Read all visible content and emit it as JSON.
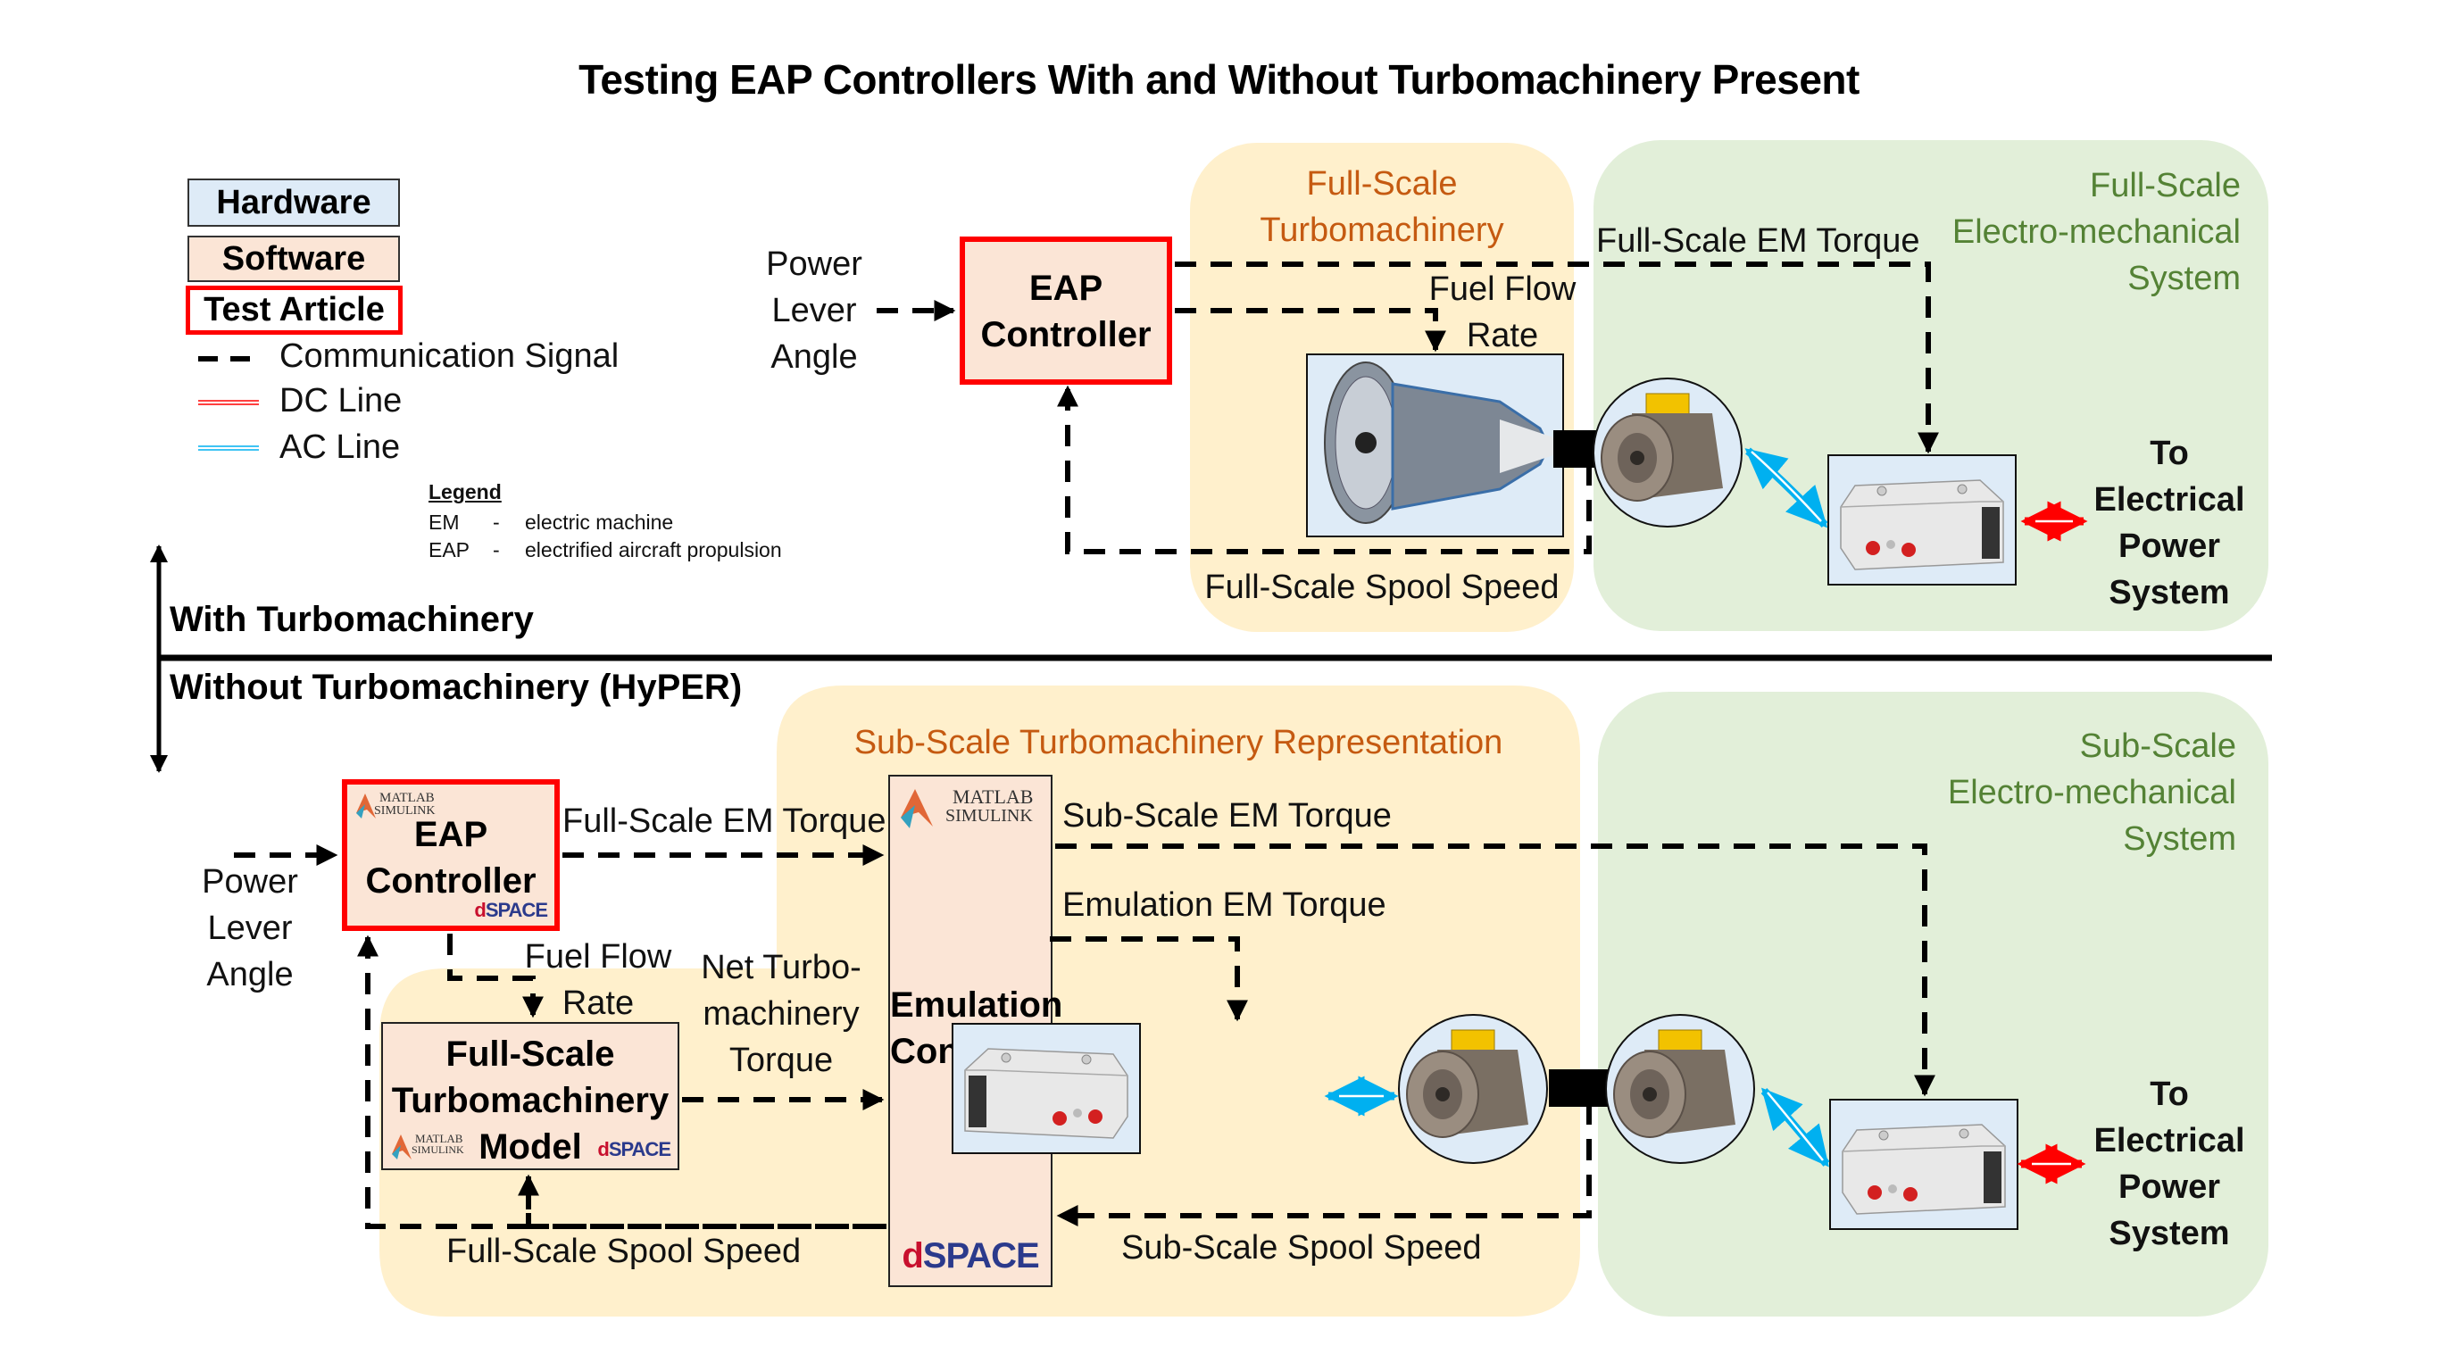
{
  "title": "Testing EAP Controllers With and Without Turbomachinery Present",
  "legend": {
    "hardware": "Hardware",
    "software": "Software",
    "test_article": "Test Article",
    "communication_signal": "Communication Signal",
    "dc_line": "DC Line",
    "ac_line": "AC Line",
    "abbrev_title": "Legend",
    "abbreviations": [
      {
        "abbr": "EM",
        "sep": "-",
        "meaning": "electric machine"
      },
      {
        "abbr": "EAP",
        "sep": "-",
        "meaning": "electrified aircraft propulsion"
      }
    ]
  },
  "colors": {
    "hardware": "#DEEBF7",
    "software": "#FBE5D6",
    "test_article_border": "#FF0000",
    "turbomachinery_panel": "#FFF0CC",
    "electromechanical_panel": "#E2EFD9",
    "dc_line": "#FF0000",
    "ac_line": "#00B0F0",
    "panel_title_orange": "#C55A11",
    "panel_title_green": "#548235"
  },
  "sections": {
    "with": "With Turbomachinery",
    "without": "Without Turbomachinery (HyPER)"
  },
  "top": {
    "input_label": [
      "Power",
      "Lever",
      "Angle"
    ],
    "controller": [
      "EAP",
      "Controller"
    ],
    "turbo_panel_title": [
      "Full-Scale",
      "Turbomachinery"
    ],
    "em_panel_title": [
      "Full-Scale",
      "Electro-mechanical",
      "System"
    ],
    "em_torque": "Full-Scale EM Torque",
    "fuel_flow": [
      "Fuel Flow",
      "Rate"
    ],
    "spool_speed": "Full-Scale Spool Speed",
    "to_power": [
      "To",
      "Electrical",
      "Power",
      "System"
    ]
  },
  "bottom": {
    "input_label": [
      "Power",
      "Lever",
      "Angle"
    ],
    "controller": [
      "EAP",
      "Controller"
    ],
    "turbo_panel_title": "Sub-Scale Turbomachinery Representation",
    "em_panel_title": [
      "Sub-Scale",
      "Electro-mechanical",
      "System"
    ],
    "fs_em_torque": "Full-Scale EM Torque",
    "fuel_flow": [
      "Fuel Flow",
      "Rate"
    ],
    "net_torque": [
      "Net Turbo-",
      "machinery",
      "Torque"
    ],
    "model": [
      "Full-Scale",
      "Turbomachinery",
      "Model"
    ],
    "emulation": [
      "Emulation",
      "Controller"
    ],
    "ss_em_torque": "Sub-Scale EM Torque",
    "emu_em_torque": "Emulation EM Torque",
    "fs_spool_speed": "Full-Scale Spool Speed",
    "ss_spool_speed": "Sub-Scale Spool Speed",
    "to_power": [
      "To",
      "Electrical",
      "Power",
      "System"
    ]
  },
  "logos": {
    "matlab": "MATLAB",
    "simulink": "SIMULINK",
    "dspace_d": "d",
    "dspace_rest": "SPACE"
  }
}
